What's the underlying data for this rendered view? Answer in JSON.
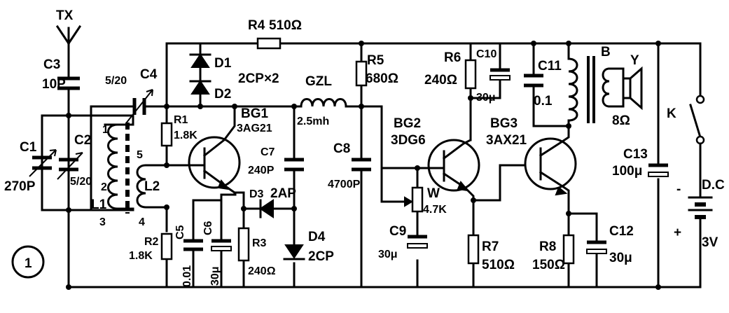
{
  "figure_number": "1",
  "antenna": "TX",
  "components": {
    "C3": {
      "ref": "C3",
      "value": "10P"
    },
    "C1": {
      "ref": "C1",
      "value": "270P"
    },
    "C2": {
      "ref": "C2",
      "value": "5/20"
    },
    "C4": {
      "ref": "C4",
      "value": "5/20"
    },
    "L1": {
      "ref": "L1",
      "pins": [
        "1",
        "2",
        "3"
      ]
    },
    "L2": {
      "ref": "L2",
      "pins": [
        "4",
        "5"
      ]
    },
    "R4": {
      "ref": "R4",
      "value": "510Ω"
    },
    "D1": {
      "ref": "D1"
    },
    "D2": {
      "ref": "D2",
      "value": "2CP×2"
    },
    "R1": {
      "ref": "R1",
      "value": "1.8K"
    },
    "BG1": {
      "ref": "BG1",
      "value": "3AG21"
    },
    "GZL": {
      "ref": "GZL",
      "value": "2.5mh"
    },
    "C7": {
      "ref": "C7",
      "value": "240P"
    },
    "D3": {
      "ref": "D3",
      "value": "2AP"
    },
    "R2": {
      "ref": "R2",
      "value": "1.8K"
    },
    "C5": {
      "ref": "C5",
      "value": "0.01"
    },
    "C6": {
      "ref": "C6",
      "value": "30μ"
    },
    "R3": {
      "ref": "R3",
      "value": "240Ω"
    },
    "D4": {
      "ref": "D4",
      "value": "2CP"
    },
    "R5": {
      "ref": "R5",
      "value": "680Ω"
    },
    "C8": {
      "ref": "C8",
      "value": "4700P"
    },
    "BG2": {
      "ref": "BG2",
      "value": "3DG6"
    },
    "W": {
      "ref": "W",
      "value": "4.7K"
    },
    "C9": {
      "ref": "C9",
      "value": "30μ"
    },
    "R6": {
      "ref": "R6",
      "value": "240Ω"
    },
    "C10": {
      "ref": "C10",
      "value": "30μ"
    },
    "R7": {
      "ref": "R7",
      "value": "510Ω"
    },
    "BG3": {
      "ref": "BG3",
      "value": "3AX21"
    },
    "C11": {
      "ref": "C11",
      "value": "0.1"
    },
    "B": {
      "ref": "B"
    },
    "Y": {
      "ref": "Y",
      "value": "8Ω"
    },
    "R8": {
      "ref": "R8",
      "value": "150Ω"
    },
    "C12": {
      "ref": "C12",
      "value": "30μ"
    },
    "C13": {
      "ref": "C13",
      "value": "100μ"
    },
    "K": {
      "ref": "K"
    },
    "supply": {
      "label": "D.C",
      "voltage": "3V",
      "minus": "-",
      "plus": "+"
    }
  }
}
